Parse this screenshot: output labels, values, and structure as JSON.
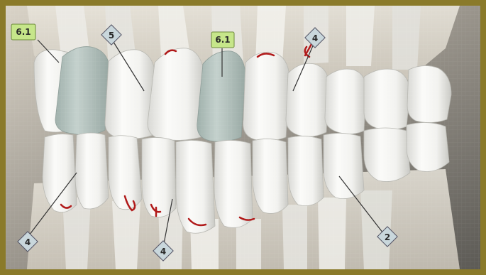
{
  "image": {
    "subject": "dental-model-teeth",
    "colors": {
      "frame": "#8a7a2a",
      "background": "#6a6a6a",
      "tooth": "#f2f2f0",
      "tooth_shadow": "#c9c9c4",
      "gum": "#dcd8cf",
      "crown_tint": "#b9c7c3",
      "defect_red": "#b01818",
      "tag_green": "#c6e68a",
      "tag_diamond": "#c9d7dc",
      "leader": "#333333"
    },
    "labels": {
      "green_left": "6.1",
      "green_center": "6.1",
      "diamond_upper_left": "5",
      "diamond_upper_right": "4",
      "diamond_lower_left": "4",
      "diamond_lower_center": "4",
      "diamond_lower_right": "2"
    }
  }
}
